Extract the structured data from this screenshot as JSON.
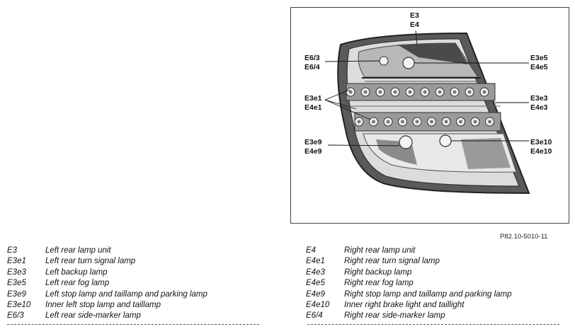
{
  "diagram": {
    "callouts": {
      "top": [
        "E3",
        "E4"
      ],
      "e6": [
        "E6/3",
        "E6/4"
      ],
      "e3e5": [
        "E3e5",
        "E4e5"
      ],
      "e3e1": [
        "E3e1",
        "E4e1"
      ],
      "e3e3": [
        "E3e3",
        "E4e3"
      ],
      "e3e9": [
        "E3e9",
        "E4e9"
      ],
      "e3e10": [
        "E3e10",
        "E4e10"
      ]
    },
    "figure_ref": "P82.10-5010-11"
  },
  "legend_left": [
    {
      "code": "E3",
      "desc": "Left rear lamp unit"
    },
    {
      "code": "E3e1",
      "desc": "Left rear turn signal lamp"
    },
    {
      "code": "E3e3",
      "desc": "Left backup lamp"
    },
    {
      "code": "E3e5",
      "desc": "Left rear fog lamp"
    },
    {
      "code": "E3e9",
      "desc": "Left stop lamp and taillamp and parking lamp"
    },
    {
      "code": "E3e10",
      "desc": "Inner left stop lamp and taillamp"
    },
    {
      "code": "E6/3",
      "desc": "Left rear side-marker lamp"
    }
  ],
  "legend_right": [
    {
      "code": "E4",
      "desc": "Right rear lamp unit"
    },
    {
      "code": "E4e1",
      "desc": "Right rear turn signal lamp"
    },
    {
      "code": "E4e3",
      "desc": "Right backup lamp"
    },
    {
      "code": "E4e5",
      "desc": "Right rear fog lamp"
    },
    {
      "code": "E4e9",
      "desc": "Right stop lamp and taillamp and parking lamp"
    },
    {
      "code": "E4e10",
      "desc": "Inner right brake light and taillight"
    },
    {
      "code": "E6/4",
      "desc": "Right rear side-marker lamp"
    }
  ]
}
